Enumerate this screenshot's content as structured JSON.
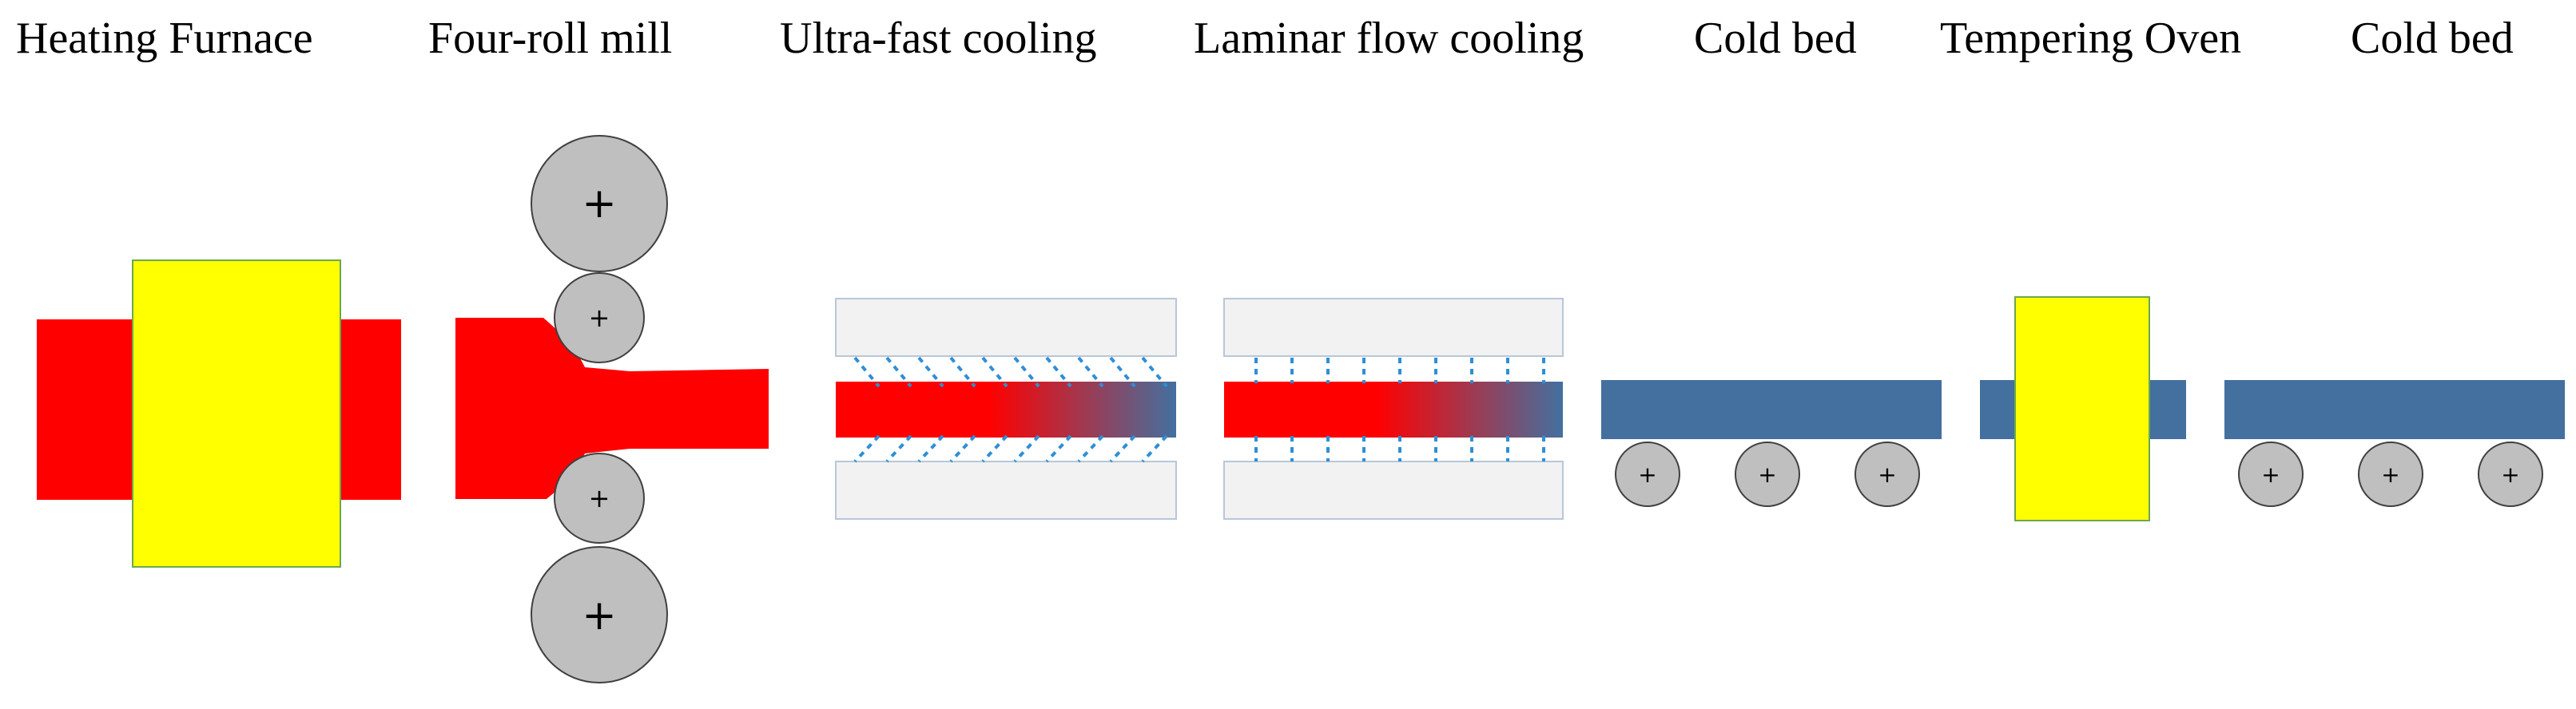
{
  "stages": [
    {
      "label": "Heating Furnace"
    },
    {
      "label": "Four-roll mill"
    },
    {
      "label": "Ultra-fast cooling"
    },
    {
      "label": "Laminar flow cooling"
    },
    {
      "label": "Cold bed"
    },
    {
      "label": "Tempering Oven"
    },
    {
      "label": "Cold bed"
    }
  ],
  "roll_symbol": "+",
  "colors": {
    "hot_steel": "#ff0000",
    "cool_steel": "#43709f",
    "furnace": "#ffff00",
    "furnace_border": "#6aa84f",
    "roller": "#bfbfbf",
    "roller_border": "#404040",
    "cooling_box": "#f2f2f2",
    "cooling_box_border": "#b8c7da",
    "water": "#2e8fd6"
  }
}
